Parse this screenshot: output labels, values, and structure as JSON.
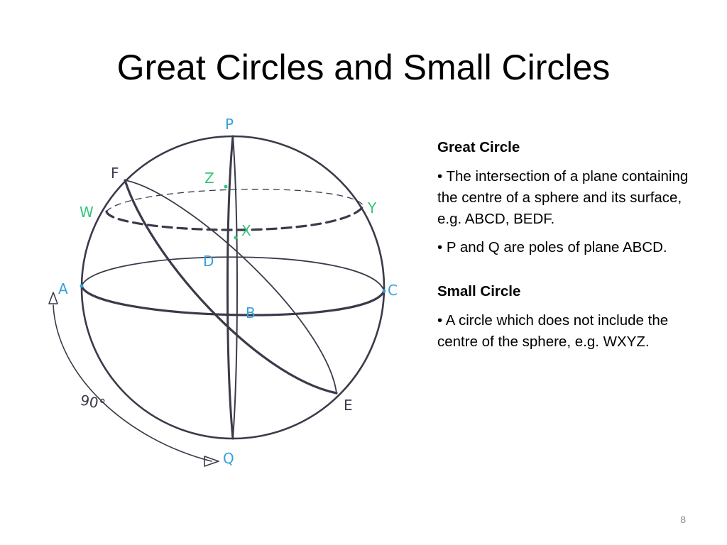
{
  "slide": {
    "title": "Great Circles and Small Circles",
    "page_number": "8"
  },
  "figure": {
    "labels": {
      "P": "P",
      "Q": "Q",
      "A": "A",
      "B": "B",
      "C": "C",
      "D": "D",
      "E": "E",
      "F": "F",
      "W": "W",
      "X": "X",
      "Y": "Y",
      "Z": "Z",
      "angle": "90°"
    },
    "colors": {
      "ink": "#3a3a4a",
      "pole_labels": "#3aa0d8",
      "small_circle_labels": "#34c67a"
    }
  },
  "great_circle": {
    "heading": "Great Circle",
    "bullets": [
      "• The intersection of a plane containing the centre of a sphere and its surface, e.g. ABCD, BEDF.",
      "• P and Q are poles of plane ABCD."
    ]
  },
  "small_circle": {
    "heading": "Small Circle",
    "bullets": [
      "• A circle which does not include the centre of the sphere, e.g. WXYZ."
    ]
  }
}
